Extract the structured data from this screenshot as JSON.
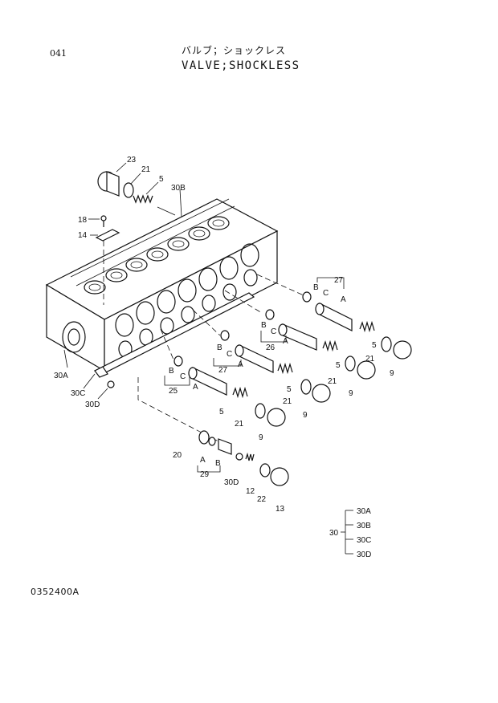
{
  "header": {
    "page_number": "041",
    "title_jp": "バルブ；ショックレス",
    "title_en": "VALVE;SHOCKLESS"
  },
  "footer": {
    "drawing_number": "0352400A"
  },
  "callouts": {
    "c23": "23",
    "c21a": "21",
    "c5a": "5",
    "c30b": "30B",
    "c18": "18",
    "c14": "14",
    "c27a": "27",
    "c27a_b": "B",
    "c27a_c": "C",
    "c27a_a": "A",
    "c26": "26",
    "c26_b": "B",
    "c26_c": "C",
    "c26_a": "A",
    "c27b": "27",
    "c27b_b": "B",
    "c27b_c": "C",
    "c27b_a": "A",
    "c25": "25",
    "c25_b": "B",
    "c25_c": "C",
    "c25_a": "A",
    "c5b": "5",
    "c5c": "5",
    "c5d": "5",
    "c5e": "5",
    "c21b": "21",
    "c21c": "21",
    "c21d": "21",
    "c21e": "21",
    "c9a": "9",
    "c9b": "9",
    "c9c": "9",
    "c9d": "9",
    "c30a": "30A",
    "c30c": "30C",
    "c30d": "30D",
    "c20": "20",
    "c29_a": "A",
    "c29_b": "B",
    "c29": "29",
    "c30d_b": "30D",
    "c12": "12",
    "c22": "22",
    "c13": "13"
  },
  "legend": {
    "parent": "30",
    "children": [
      "30A",
      "30B",
      "30C",
      "30D"
    ]
  }
}
